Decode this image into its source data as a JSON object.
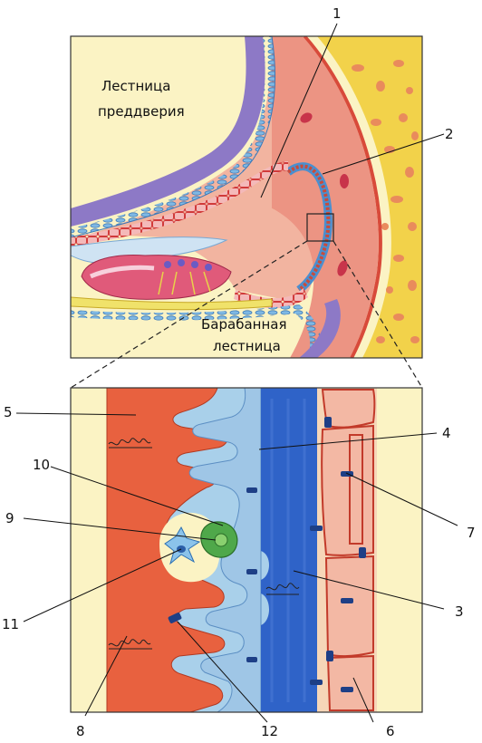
{
  "labels": {
    "scala_vestibuli_line1": "Лестница",
    "scala_vestibuli_line2": "преддверия",
    "scala_tympani_line1": "Барабанная",
    "scala_tympani_line2": "лестница"
  },
  "numbers": {
    "n1": "1",
    "n2": "2",
    "n3": "3",
    "n4": "4",
    "n5": "5",
    "n6": "6",
    "n7": "7",
    "n8": "8",
    "n9": "9",
    "n10": "10",
    "n11": "11",
    "n12": "12"
  },
  "colors": {
    "background": "#fbf3c4",
    "bone": "#f2d24a",
    "bone_pores": "#e98b5c",
    "ligament": "#e88778",
    "membrane_blue": "#8ea5dd",
    "membrane_purple": "#8d79c6",
    "cells_red": "#e34f4f",
    "capillary_blue": "#2f63c8",
    "tissue_red": "#e8613f",
    "fluid_blue": "#9fc6e6",
    "nucleus_green": "#4fa84a"
  }
}
